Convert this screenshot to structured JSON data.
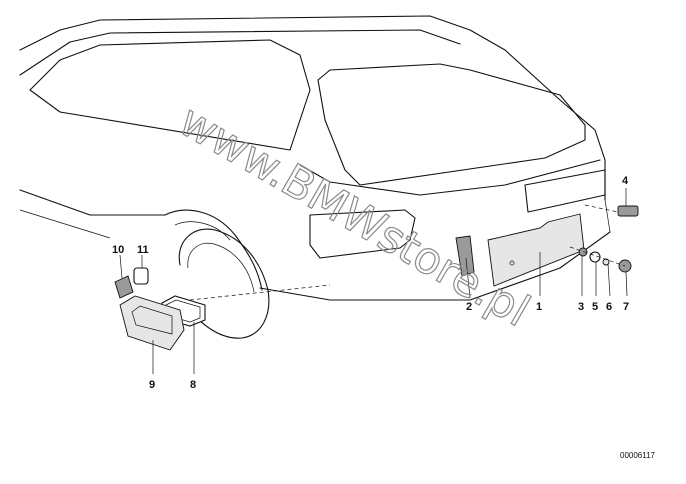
{
  "diagram": {
    "watermark": "www.BMWstore.pl",
    "doc_number": "00006117",
    "callouts": [
      "1",
      "2",
      "3",
      "4",
      "5",
      "6",
      "7",
      "8",
      "9",
      "10",
      "11"
    ]
  }
}
